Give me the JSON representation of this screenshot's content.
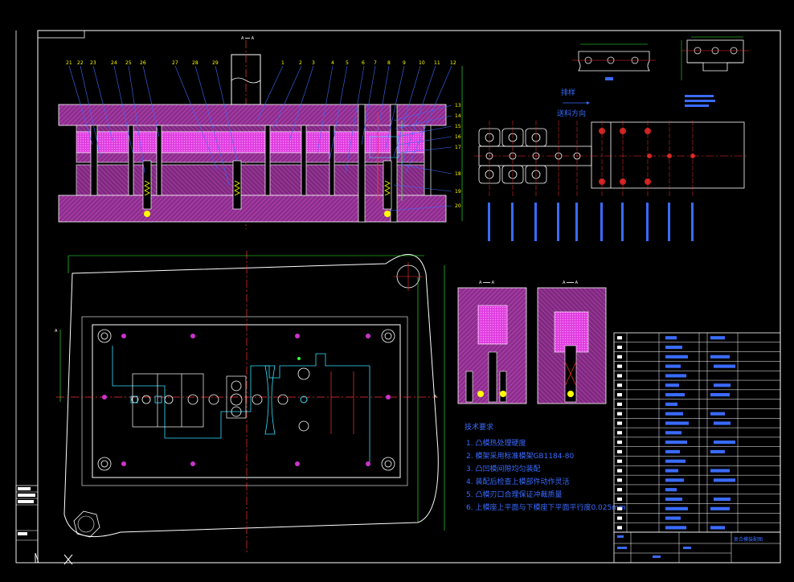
{
  "drawing": {
    "callouts_top": [
      "21",
      "22",
      "23",
      "24",
      "25",
      "26",
      "27",
      "28",
      "29",
      "1",
      "2",
      "3",
      "4",
      "5",
      "6",
      "7",
      "8",
      "9",
      "10",
      "11",
      "12"
    ],
    "callouts_right": [
      "13",
      "14",
      "15",
      "16",
      "17",
      "18",
      "19",
      "20"
    ],
    "strip_label": "排样",
    "feed_label": "送料方向",
    "notes_title": "技术要求",
    "notes": [
      "1. 凸模热处理硬度",
      "2. 模架采用标准模架GB1184-80",
      "3. 凸凹模间隙均匀装配",
      "4. 装配后检查上模部件动作灵活",
      "5. 凸模刃口合理保证冲裁质量",
      "6. 上模座上平面与下模座下平面平行度0.025mm"
    ],
    "title_block_text": "复合模装配图"
  },
  "colors": {
    "background": "#000000",
    "outline": "#ffffff",
    "hatch": "#cc33cc",
    "hatch_dark": "#8a2f8a",
    "centerline": "#ff3333",
    "dimension": "#33ff33",
    "cyan": "#33e0ff",
    "blue": "#3a6bff",
    "yellow": "#ffff00"
  }
}
